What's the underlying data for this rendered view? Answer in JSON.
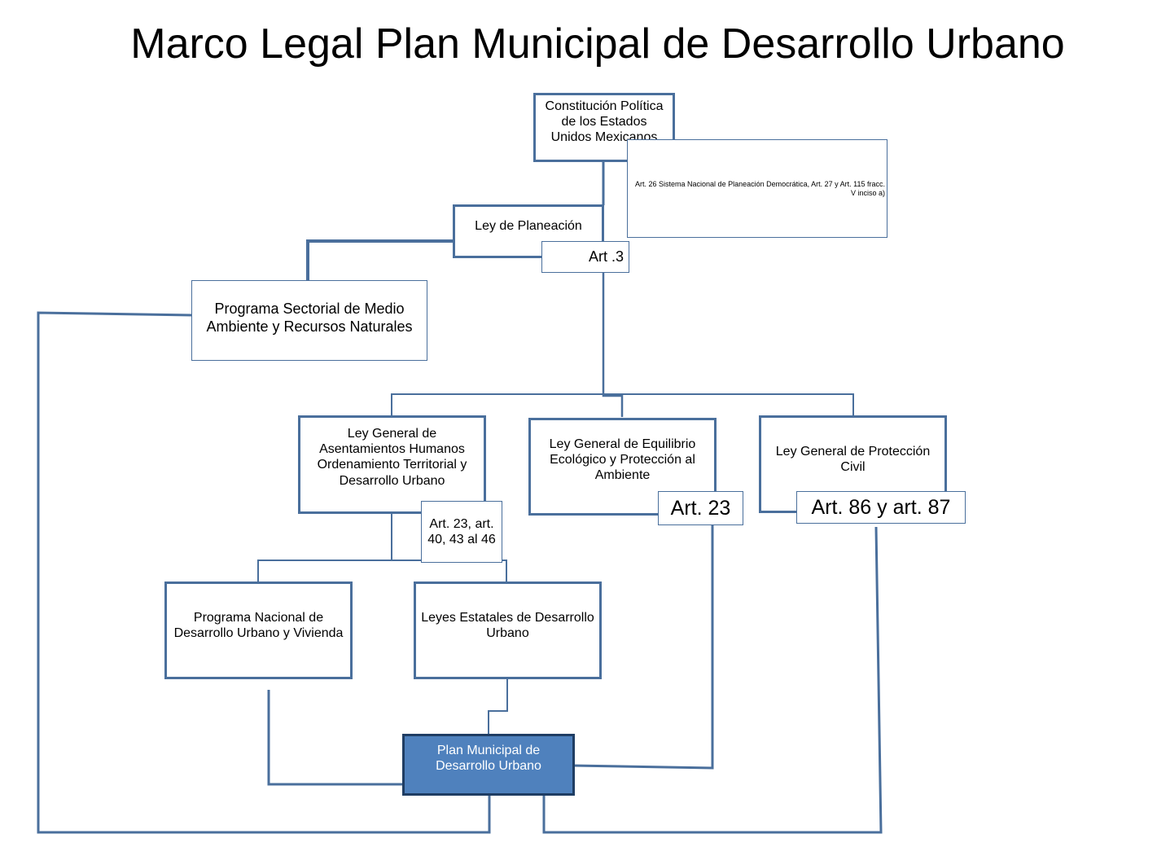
{
  "title": "Marco Legal Plan Municipal de Desarrollo Urbano",
  "nodes": {
    "constitucion": "Constitución Política de los Estados Unidos Mexicanos",
    "constitucion_note": "Art. 26 Sistema Nacional de Planeación Democrática, Art. 27 y Art. 115 fracc. V inciso a)",
    "ley_planeacion": "Ley de Planeación",
    "ley_planeacion_art": "Art .3",
    "programa_sectorial": "Programa Sectorial de Medio Ambiente y Recursos Naturales",
    "lgah": "Ley General de Asentamientos Humanos Ordenamiento Territorial y Desarrollo Urbano",
    "lgah_art": "Art. 23, art. 40, 43 al 46",
    "lgeepa": "Ley General de Equilibrio Ecológico y Protección al Ambiente",
    "lgeepa_art": "Art. 23",
    "lgpc": "Ley General de Protección Civil",
    "lgpc_art": "Art. 86 y art. 87",
    "programa_nacional": "Programa Nacional de Desarrollo Urbano y Vivienda",
    "leyes_estatales": "Leyes Estatales de Desarrollo Urbano",
    "plan_municipal": "Plan Municipal de Desarrollo Urbano"
  },
  "colors": {
    "line": "#4a6f9c",
    "main_fill": "#4f81bd",
    "main_border": "#1f3d63"
  }
}
